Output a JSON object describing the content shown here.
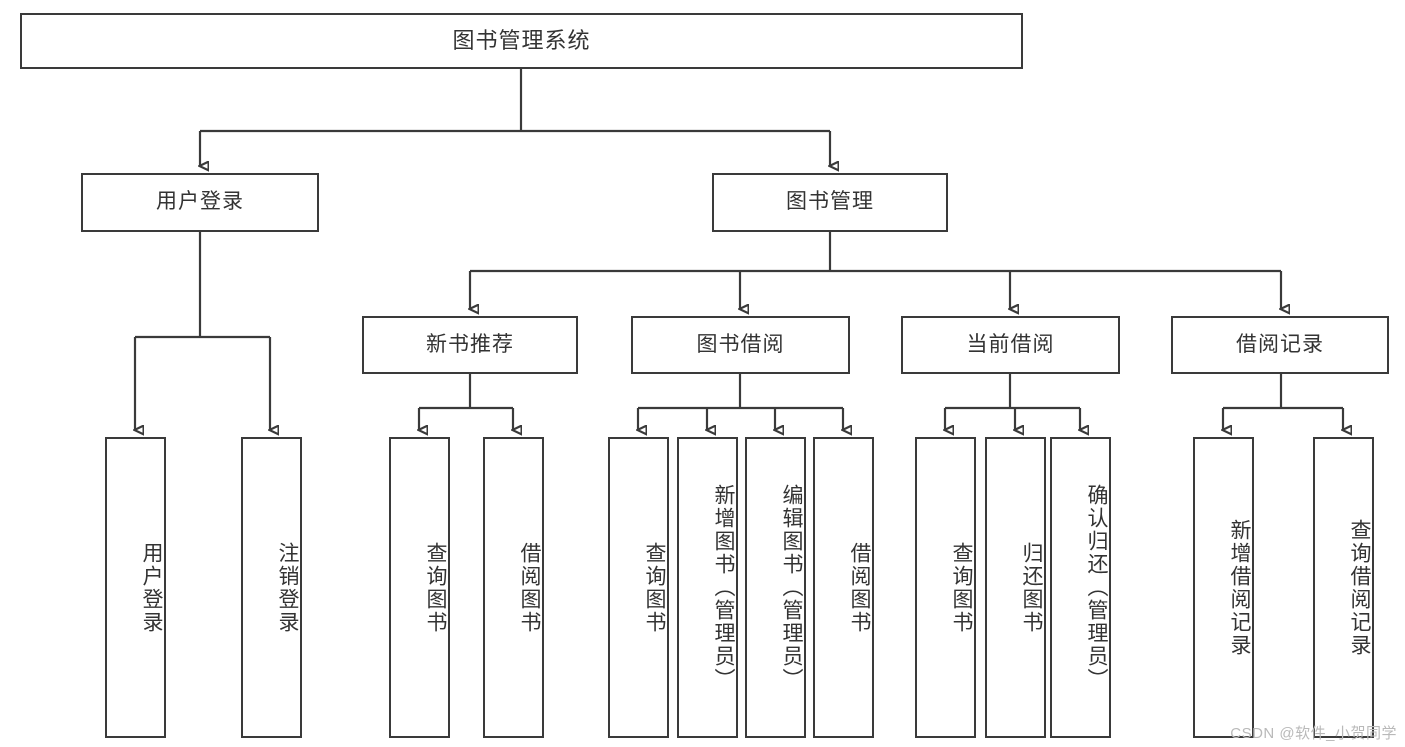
{
  "diagram": {
    "title": "图书管理系统",
    "type": "tree-hierarchy",
    "watermark": "CSDN @软件_小贺同学",
    "root": {
      "label": "图书管理系统"
    },
    "level2": [
      {
        "label": "用户登录"
      },
      {
        "label": "图书管理"
      }
    ],
    "level3": [
      {
        "label": "新书推荐"
      },
      {
        "label": "图书借阅"
      },
      {
        "label": "当前借阅"
      },
      {
        "label": "借阅记录"
      }
    ],
    "leaves": {
      "user_login": [
        {
          "label": "用户登录"
        },
        {
          "label": "注销登录"
        }
      ],
      "new_book_recommend": [
        {
          "label": "查询图书"
        },
        {
          "label": "借阅图书"
        }
      ],
      "book_borrow": [
        {
          "label": "查询图书"
        },
        {
          "label": "新增图书（管理员）"
        },
        {
          "label": "编辑图书（管理员）"
        },
        {
          "label": "借阅图书"
        }
      ],
      "current_borrow": [
        {
          "label": "查询图书"
        },
        {
          "label": "归还图书"
        },
        {
          "label": "确认归还（管理员）"
        }
      ],
      "borrow_record": [
        {
          "label": "新增借阅记录"
        },
        {
          "label": "查询借阅记录"
        }
      ]
    }
  },
  "colors": {
    "border": "#3a3a3a",
    "text": "#333333",
    "background": "#ffffff",
    "watermark": "#b9b9b9"
  }
}
